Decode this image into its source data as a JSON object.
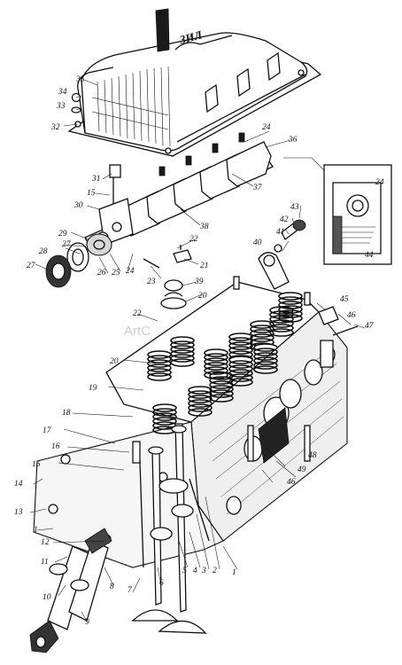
{
  "diagram": {
    "cover_emblem": "ЗИЛ",
    "watermark": "ArtC",
    "part_labels": [
      "35",
      "34",
      "33",
      "32",
      "24",
      "36",
      "37",
      "38",
      "31",
      "15",
      "30",
      "29",
      "28",
      "27",
      "26",
      "25",
      "22",
      "21",
      "23",
      "39",
      "20",
      "40",
      "41",
      "42",
      "43",
      "44",
      "45",
      "46",
      "47",
      "19",
      "18",
      "17",
      "16",
      "14",
      "13",
      "12",
      "11",
      "10",
      "9",
      "8",
      "7",
      "6",
      "5",
      "4",
      "3",
      "2",
      "1",
      "48",
      "49"
    ]
  }
}
